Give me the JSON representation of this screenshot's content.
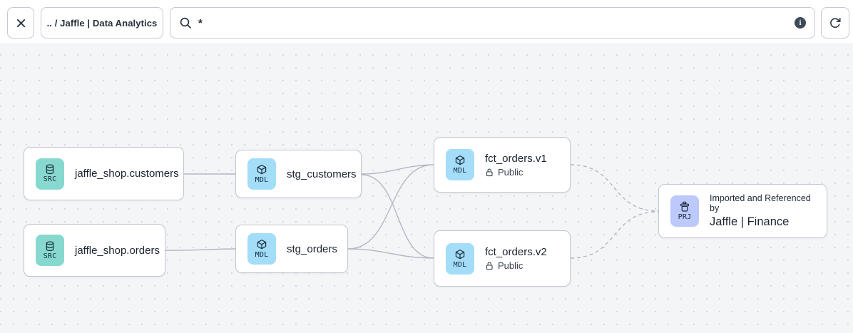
{
  "toolbar": {
    "breadcrumb": ".. / Jaffle | Data Analytics",
    "search": {
      "value": "*",
      "placeholder": ""
    },
    "info_glyph": "i"
  },
  "nodes": {
    "src_customers": {
      "badge": "SRC",
      "title": "jaffle_shop.customers"
    },
    "src_orders": {
      "badge": "SRC",
      "title": "jaffle_shop.orders"
    },
    "stg_customers": {
      "badge": "MDL",
      "title": "stg_customers"
    },
    "stg_orders": {
      "badge": "MDL",
      "title": "stg_orders"
    },
    "fct_orders_v1": {
      "badge": "MDL",
      "title": "fct_orders.v1",
      "access": "Public"
    },
    "fct_orders_v2": {
      "badge": "MDL",
      "title": "fct_orders.v2",
      "access": "Public"
    },
    "prj_finance": {
      "badge": "PRJ",
      "note": "Imported and Referenced by",
      "title": "Jaffle | Finance"
    }
  },
  "edges": [
    {
      "from": "src_customers",
      "to": "stg_customers",
      "style": "solid"
    },
    {
      "from": "src_orders",
      "to": "stg_orders",
      "style": "solid"
    },
    {
      "from": "stg_customers",
      "to": "fct_orders_v1",
      "style": "solid"
    },
    {
      "from": "stg_customers",
      "to": "fct_orders_v2",
      "style": "solid"
    },
    {
      "from": "stg_orders",
      "to": "fct_orders_v1",
      "style": "solid"
    },
    {
      "from": "stg_orders",
      "to": "fct_orders_v2",
      "style": "solid"
    },
    {
      "from": "fct_orders_v1",
      "to": "prj_finance",
      "style": "dashed"
    },
    {
      "from": "fct_orders_v2",
      "to": "prj_finance",
      "style": "dashed"
    }
  ],
  "colors": {
    "source_badge_bg": "#87d9cf",
    "model_badge_bg": "#a3ddf8",
    "project_badge_bg": "#bdc9fb",
    "edge": "#b2b8c2",
    "canvas_bg": "#f4f5f7",
    "card_border": "#c2c8d0",
    "icon_ink": "#1c2b3a"
  },
  "icon_names": [
    "close-icon",
    "search-icon",
    "info-icon",
    "refresh-icon",
    "database-icon",
    "cube-icon",
    "archive-icon",
    "unlock-icon"
  ]
}
